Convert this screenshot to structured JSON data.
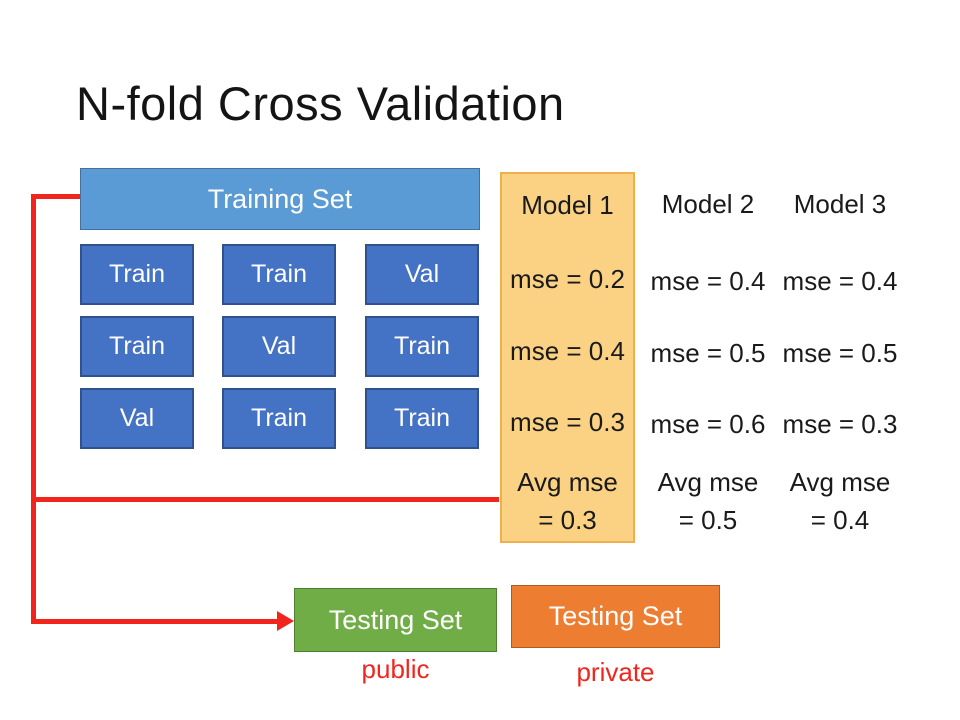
{
  "slide": {
    "title": "N-fold Cross Validation"
  },
  "training": {
    "header": "Training Set",
    "grid": [
      [
        "Train",
        "Train",
        "Val"
      ],
      [
        "Train",
        "Val",
        "Train"
      ],
      [
        "Val",
        "Train",
        "Train"
      ]
    ]
  },
  "models": [
    {
      "name": "Model 1",
      "mse": [
        "mse = 0.2",
        "mse = 0.4",
        "mse = 0.3"
      ],
      "avg": [
        "Avg mse",
        "= 0.3"
      ]
    },
    {
      "name": "Model 2",
      "mse": [
        "mse = 0.4",
        "mse = 0.5",
        "mse = 0.6"
      ],
      "avg": [
        "Avg mse",
        "= 0.5"
      ]
    },
    {
      "name": "Model 3",
      "mse": [
        "mse = 0.4",
        "mse = 0.5",
        "mse = 0.3"
      ],
      "avg": [
        "Avg mse",
        "= 0.4"
      ]
    }
  ],
  "testing": [
    {
      "label": "Testing Set",
      "visibility": "public"
    },
    {
      "label": "Testing Set",
      "visibility": "private"
    }
  ],
  "colors": {
    "training_header_fill": "#5B9BD5",
    "training_header_border": "#41719C",
    "fold_fill": "#4472C4",
    "fold_border": "#2F528F",
    "model_highlight_fill": "#FBD284",
    "model_highlight_border": "#F0AF4D",
    "testing_public_fill": "#70AD47",
    "testing_public_border": "#507E32",
    "testing_private_fill": "#ED7D31",
    "testing_private_border": "#AE5A21",
    "connector_red": "#F1251B",
    "text_dark": "#1A1A1A",
    "text_white": "#FFFFFF"
  }
}
